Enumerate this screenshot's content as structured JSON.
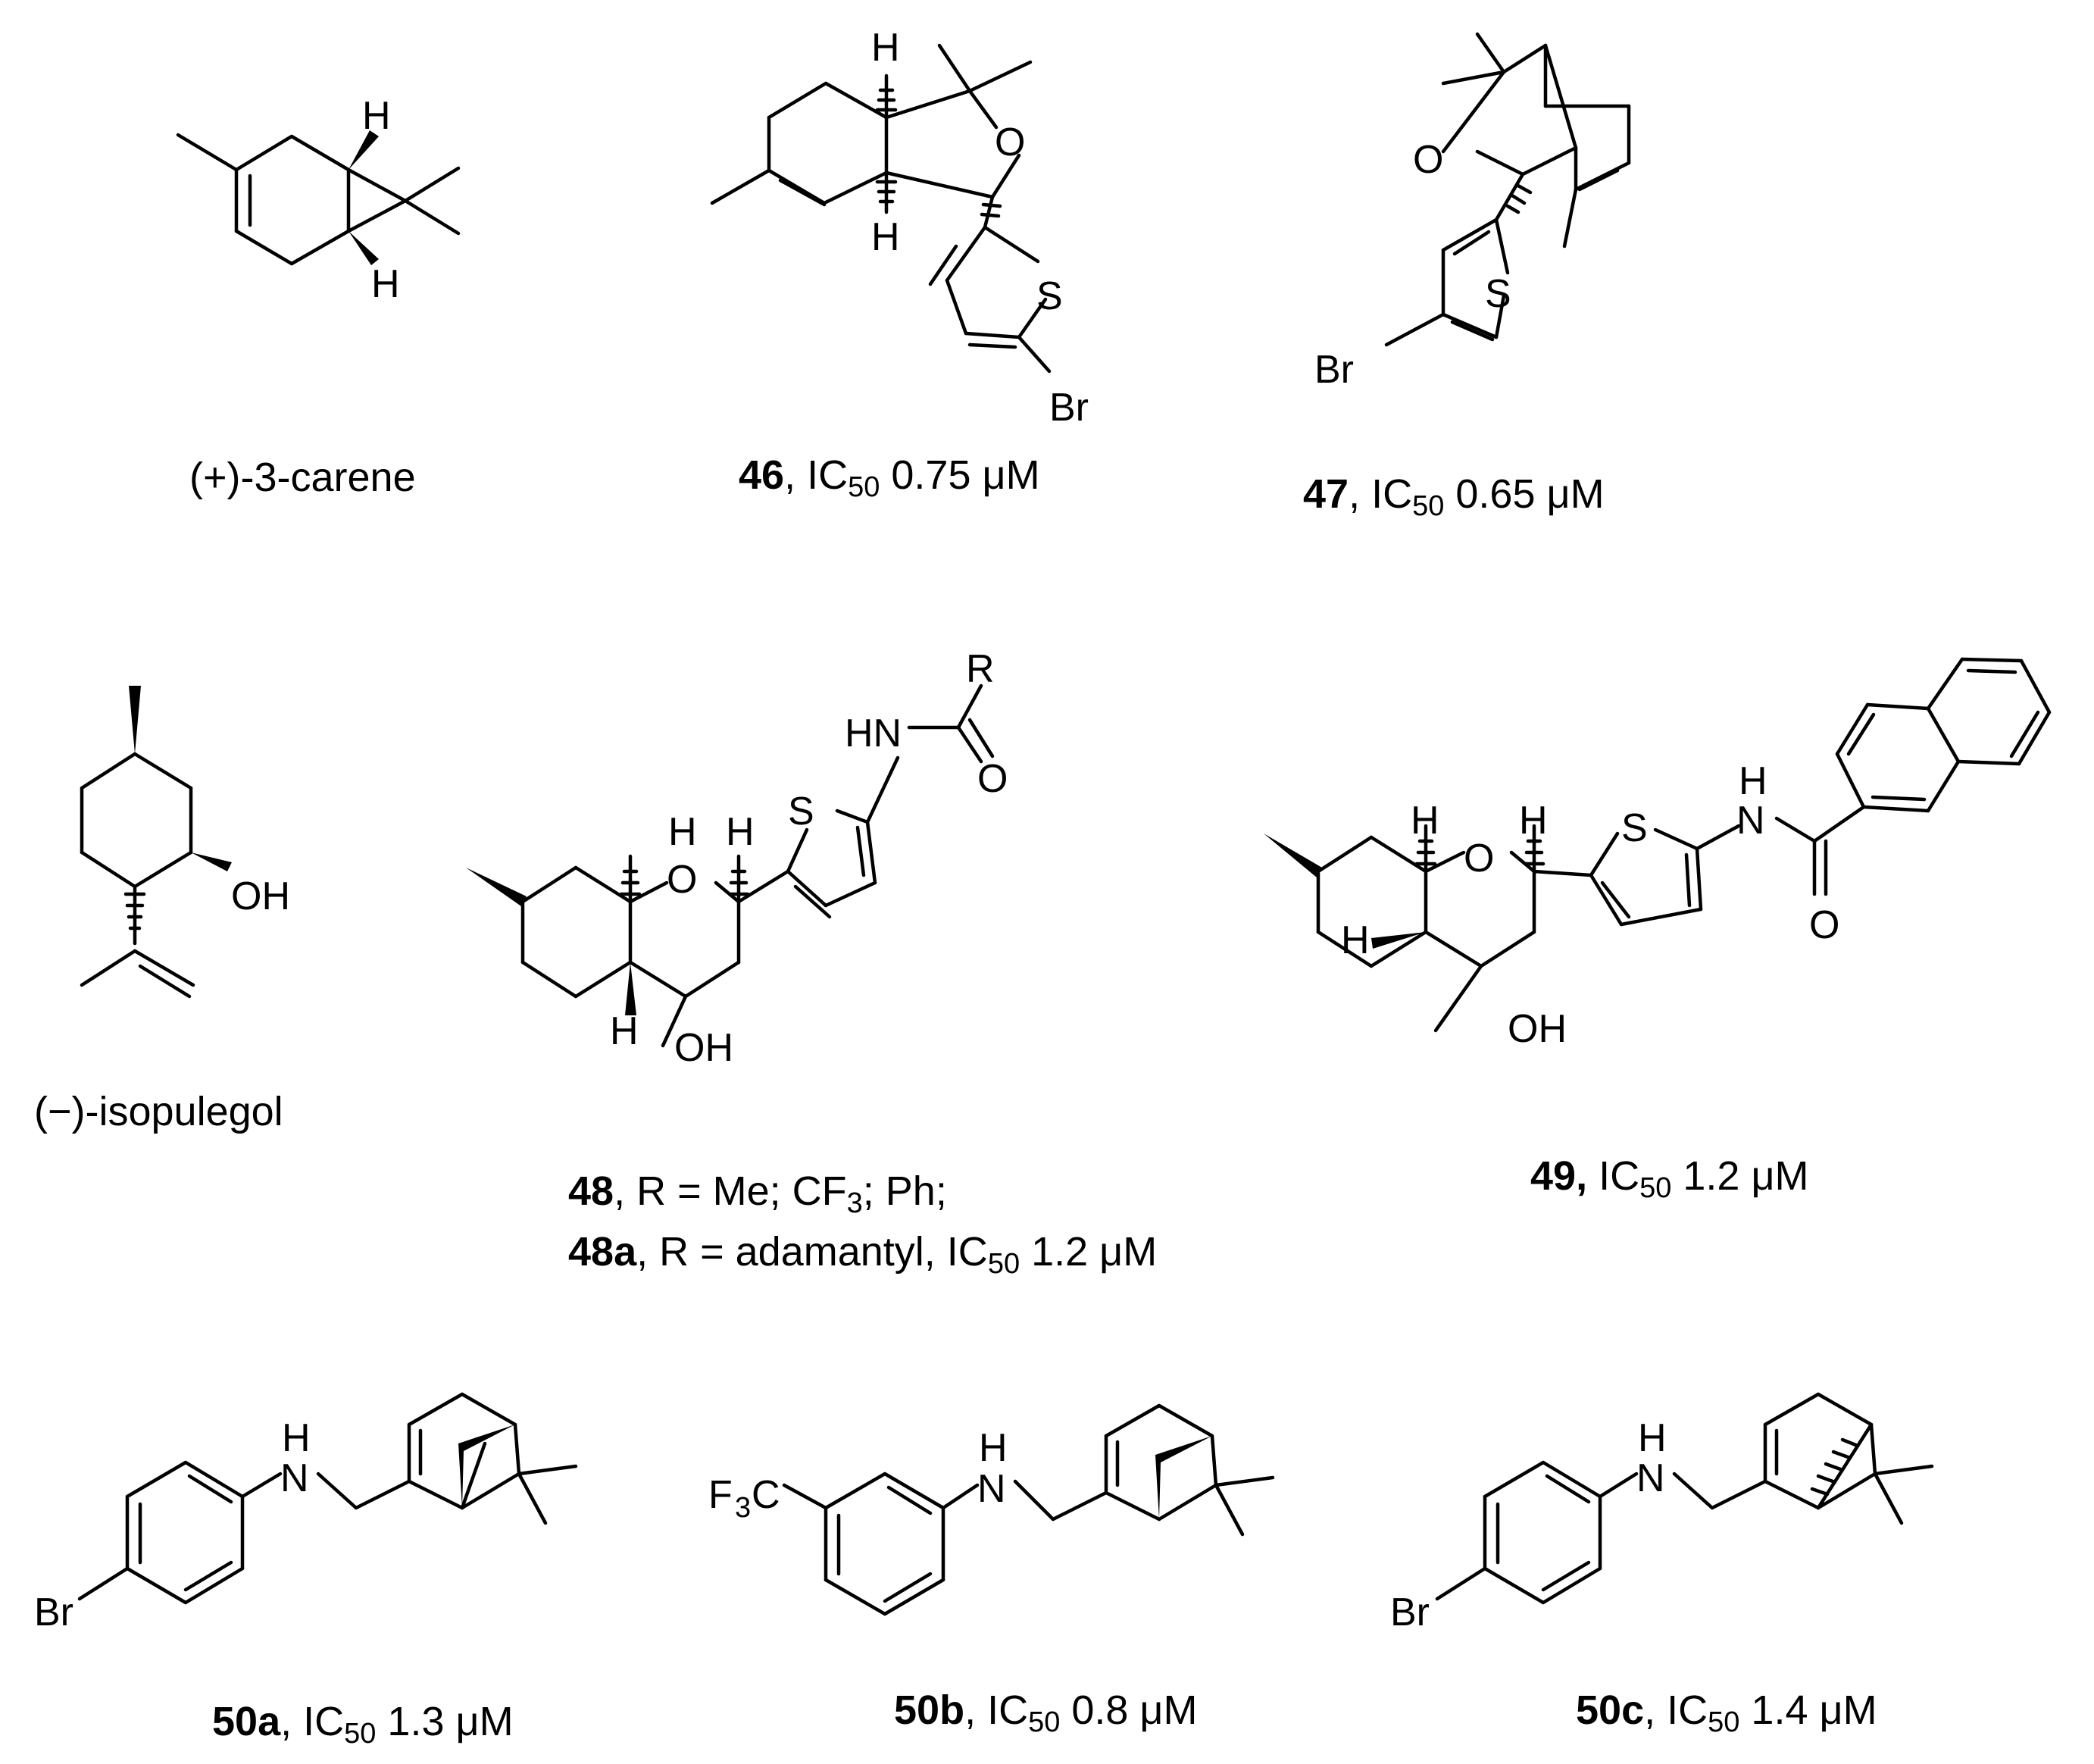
{
  "compounds": {
    "carene": {
      "caption": "(+)-3-carene"
    },
    "c46": {
      "number": "46",
      "sep": ", ",
      "ic": "IC",
      "ic_sub": "50",
      "value": " 0.75 μM"
    },
    "c47": {
      "number": "47",
      "sep": ", ",
      "ic": "IC",
      "ic_sub": "50",
      "value": " 0.65 μM"
    },
    "isopulegol": {
      "caption": "(−)-isopulegol"
    },
    "c48": {
      "number": "48",
      "text_a": ", R = Me; CF",
      "sub3": "3",
      "text_b": "; Ph;"
    },
    "c48a": {
      "number": "48a",
      "text_a": ", R = adamantyl, IC",
      "ic_sub": "50",
      "value": " 1.2 μM"
    },
    "c49": {
      "number": "49,",
      "ic": " IC",
      "ic_sub": "50",
      "value": " 1.2 μM"
    },
    "c50a": {
      "number": "50a",
      "sep": ", ",
      "ic": "IC",
      "ic_sub": "50",
      "value": " 1.3 μM"
    },
    "c50b": {
      "number": "50b",
      "sep": ", ",
      "ic": "IC",
      "ic_sub": "50",
      "value": " 0.8 μM"
    },
    "c50c": {
      "number": "50c",
      "sep": ", ",
      "ic": "IC",
      "ic_sub": "50",
      "value": " 1.4 μM"
    }
  },
  "atoms": {
    "H": "H",
    "O": "O",
    "S": "S",
    "Br": "Br",
    "OH": "OH",
    "HN": "HN",
    "NH_H": "H",
    "N": "N",
    "R": "R",
    "F3C_F": "F",
    "F3C_3": "3",
    "F3C_C": "C"
  }
}
